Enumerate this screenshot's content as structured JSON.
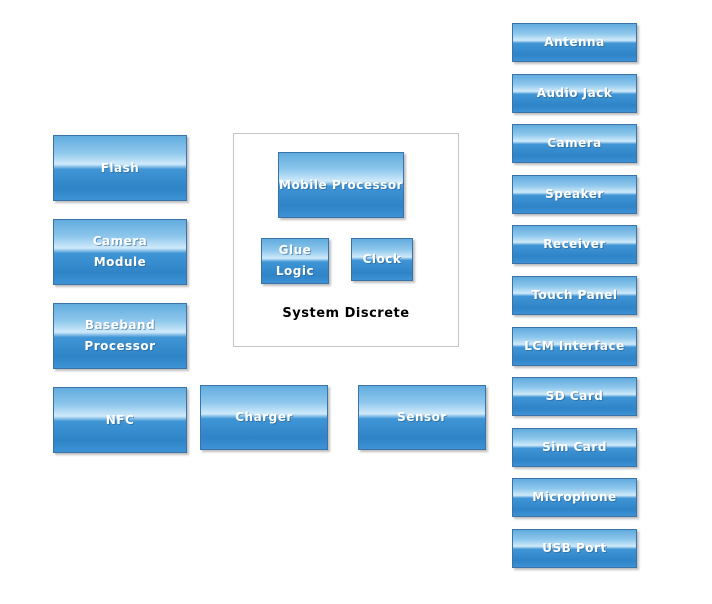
{
  "colors": {
    "block_border": "#3b72a8",
    "block_gradient_top": "#61acde",
    "block_gradient_highlight": "#cfeafa",
    "block_gradient_bottom": "#2e84c7",
    "block_text": "#ffffff",
    "container_border": "#c5c5c5",
    "title_text": "#000000",
    "page_background": "#ffffff"
  },
  "left_column": {
    "items": [
      {
        "name": "flash",
        "line1": "Flash",
        "line2": ""
      },
      {
        "name": "camera-module",
        "line1": "Camera",
        "line2": "Module"
      },
      {
        "name": "baseband-processor",
        "line1": "Baseband",
        "line2": "Processor"
      },
      {
        "name": "nfc",
        "line1": "NFC",
        "line2": ""
      }
    ]
  },
  "bottom_row": {
    "items": [
      {
        "name": "charger",
        "line1": "Charger"
      },
      {
        "name": "sensor",
        "line1": "Sensor"
      }
    ]
  },
  "system_discrete": {
    "title": "System Discrete",
    "blocks": [
      {
        "name": "mobile-processor",
        "line1": "Mobile Processor",
        "line2": ""
      },
      {
        "name": "glue-logic",
        "line1": "Glue",
        "line2": "Logic"
      },
      {
        "name": "clock",
        "line1": "Clock",
        "line2": ""
      }
    ]
  },
  "right_column": {
    "items": [
      {
        "name": "antenna",
        "line1": "Antenna"
      },
      {
        "name": "audio-jack",
        "line1": "Audio Jack"
      },
      {
        "name": "camera",
        "line1": "Camera"
      },
      {
        "name": "speaker",
        "line1": "Speaker"
      },
      {
        "name": "receiver",
        "line1": "Receiver"
      },
      {
        "name": "touch-panel",
        "line1": "Touch Panel"
      },
      {
        "name": "lcm-interface",
        "line1": "LCM Interface"
      },
      {
        "name": "sd-card",
        "line1": "SD Card"
      },
      {
        "name": "sim-card",
        "line1": "Sim Card"
      },
      {
        "name": "microphone",
        "line1": "Microphone"
      },
      {
        "name": "usb-port",
        "line1": "USB Port"
      }
    ]
  }
}
